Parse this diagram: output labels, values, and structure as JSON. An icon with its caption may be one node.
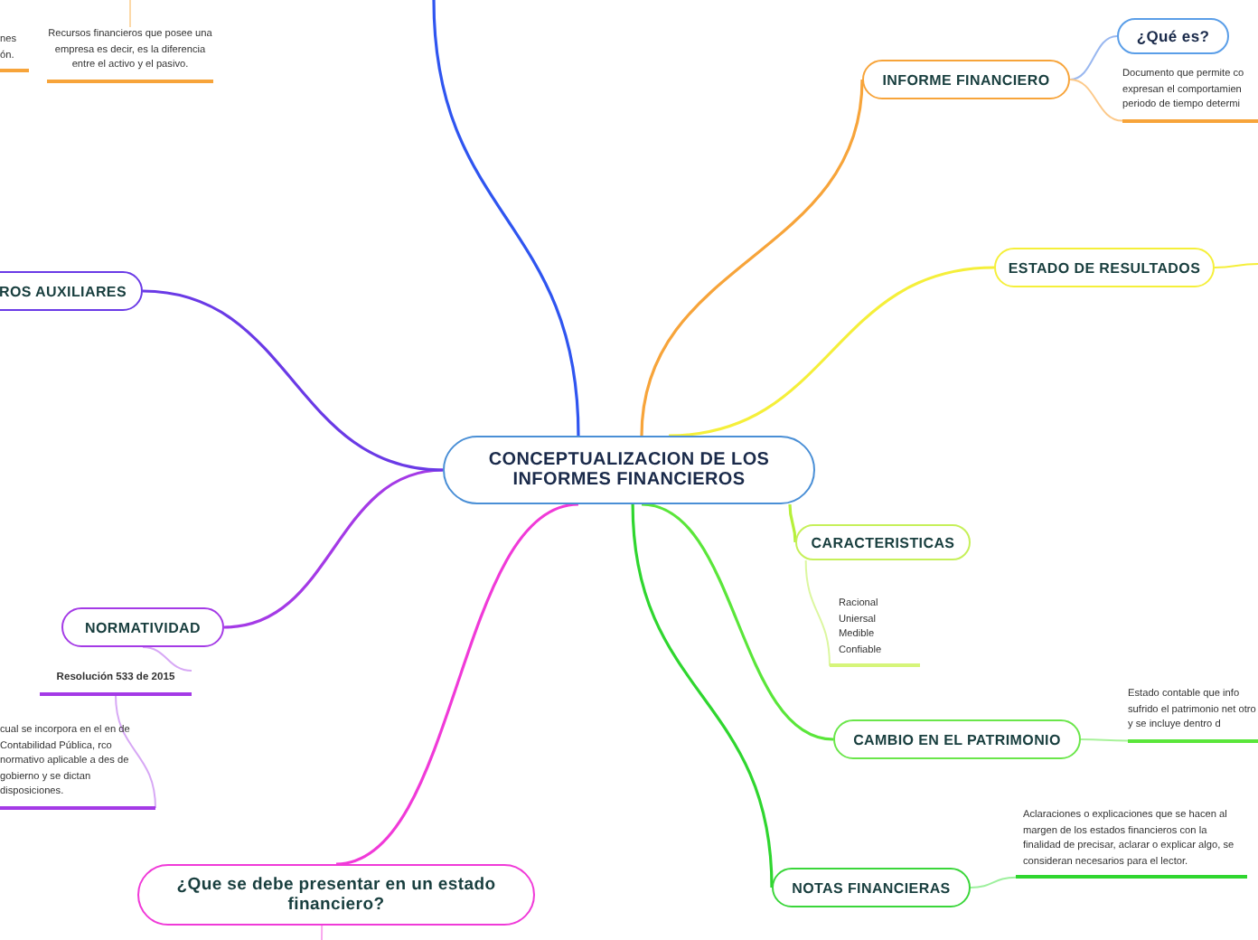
{
  "diagram": {
    "nodes": [
      {
        "text": [
          "CONCEPTUALIZACION DE LOS INFORMES FINANCIEROS"
        ]
      },
      {
        "text": [
          "INFORME FINANCIERO"
        ]
      },
      {
        "text": [
          "¿Qué es?"
        ]
      },
      {
        "text": [
          "Documento que permite co expresan el comportamien periodo de tiempo determi"
        ]
      },
      {
        "text": [
          "ESTADO DE RESULTADOS"
        ]
      },
      {
        "text": [
          "CARACTERISTICAS"
        ]
      },
      {
        "text": [
          "Racional Uniersal Medible Confiable"
        ]
      },
      {
        "text": [
          "CAMBIO EN EL PATRIMONIO"
        ]
      },
      {
        "text": [
          "Estado contable que info sufrido el patrimonio net otro y se incluye dentro d"
        ]
      },
      {
        "text": [
          "NOTAS FINANCIERAS"
        ]
      },
      {
        "text": [
          "Aclaraciones o explicaciones que se hacen al margen de los estados financieros con la finalidad de precisar, aclarar o explicar algo, se consideran necesarios para el lector."
        ]
      },
      {
        "text": [
          "¿Que se debe presentar en un estado financiero?"
        ]
      },
      {
        "text": [
          "NORMATIVIDAD"
        ]
      },
      {
        "text": [
          "Resolución 533 de 2015"
        ]
      },
      {
        "text": [
          "cual se incorpora en el en de Contabilidad Pública, rco normativo aplicable a des de gobierno y se dictan disposiciones."
        ]
      },
      {
        "text": [
          "ROS AUXILIARES"
        ]
      },
      {
        "text": [
          "Recursos financieros que posee una empresa es decir, es la diferencia entre el activo y el pasivo."
        ]
      },
      {
        "text": [
          "nes ón."
        ]
      }
    ],
    "edges": [
      {
        "from": 0,
        "to": 1,
        "arrow": "none",
        "color": "#f7a43a"
      },
      {
        "from": 1,
        "to": 2,
        "arrow": "none",
        "color": "#9ab8f0"
      },
      {
        "from": 1,
        "to": 3,
        "arrow": "none",
        "color": "#fcc98a"
      },
      {
        "from": 0,
        "to": 4,
        "arrow": "none",
        "color": "#f5ef3a"
      },
      {
        "from": 4,
        "to": null,
        "arrow": "none",
        "color": "#f5ef3a"
      },
      {
        "from": 0,
        "to": 5,
        "arrow": "none",
        "color": "#b6f03a"
      },
      {
        "from": 5,
        "to": 6,
        "arrow": "none",
        "color": "#dcf7a0"
      },
      {
        "from": 0,
        "to": 7,
        "arrow": "none",
        "color": "#5ae63a"
      },
      {
        "from": 7,
        "to": 8,
        "arrow": "none",
        "color": "#a8f29a"
      },
      {
        "from": 0,
        "to": 9,
        "arrow": "none",
        "color": "#2fd62f"
      },
      {
        "from": 9,
        "to": 10,
        "arrow": "none",
        "color": "#9ef09e"
      },
      {
        "from": 0,
        "to": 11,
        "arrow": "none",
        "color": "#f03ad8"
      },
      {
        "from": 11,
        "to": null,
        "arrow": "none",
        "color": "#f9a8ee"
      },
      {
        "from": 0,
        "to": 12,
        "arrow": "none",
        "color": "#a43ae6"
      },
      {
        "from": 12,
        "to": 13,
        "arrow": "none",
        "color": "#d7a8f5"
      },
      {
        "from": 13,
        "to": 14,
        "arrow": "none",
        "color": "#d7a8f5"
      },
      {
        "from": 0,
        "to": 15,
        "arrow": "none",
        "color": "#6a3ae6"
      },
      {
        "from": 0,
        "to": null,
        "arrow": "none",
        "color": "#2f55f0"
      },
      {
        "from": null,
        "to": 16,
        "arrow": "none",
        "color": "#fcd9a8"
      }
    ]
  }
}
